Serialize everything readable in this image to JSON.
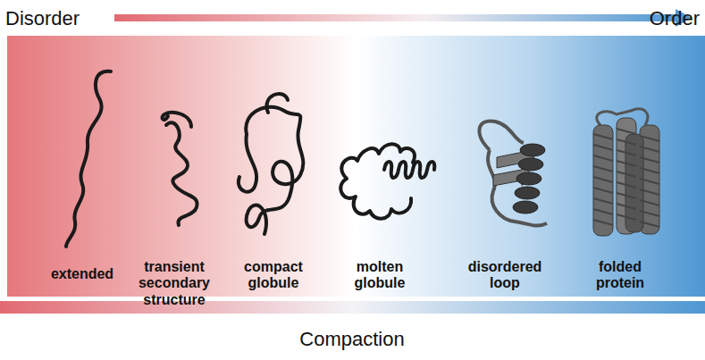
{
  "diagram": {
    "labels": [
      "Disorder",
      "Order",
      "extended",
      "transient secondary structure",
      "compact globule",
      "molten globule",
      "disordered loop",
      "folded protein",
      "Compaction"
    ]
  }
}
